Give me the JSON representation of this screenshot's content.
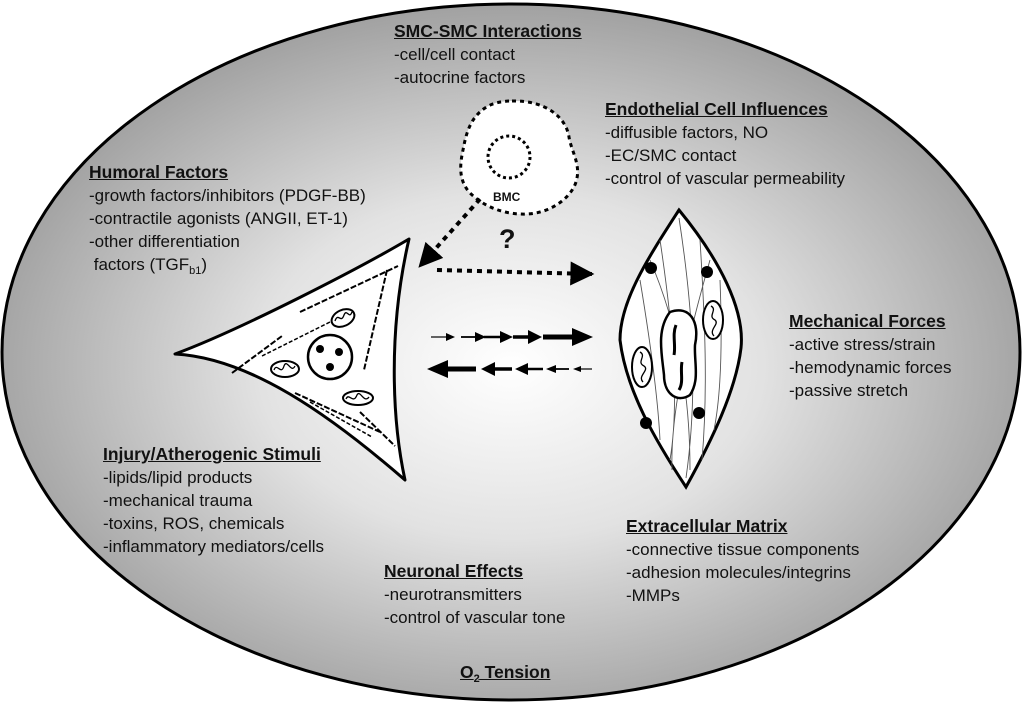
{
  "blocks": {
    "smc": {
      "title": "SMC-SMC Interactions",
      "items": [
        "-cell/cell contact",
        "-autocrine factors"
      ]
    },
    "endothelial": {
      "title": "Endothelial Cell Influences",
      "items": [
        "-diffusible factors, NO",
        "-EC/SMC contact",
        "-control of vascular permeability"
      ]
    },
    "humoral": {
      "title": "Humoral Factors",
      "items": [
        "-growth factors/inhibitors (PDGF-BB)",
        "-contractile agonists (ANGII, ET-1)",
        "-other differentiation"
      ],
      "last_prefix": " factors (TGF",
      "last_sub": "b1",
      "last_suffix": ")"
    },
    "mechanical": {
      "title": "Mechanical Forces",
      "items": [
        "-active stress/strain",
        "-hemodynamic forces",
        "-passive stretch"
      ]
    },
    "injury": {
      "title": "Injury/Atherogenic Stimuli",
      "items": [
        "-lipids/lipid products",
        "-mechanical trauma",
        "-toxins, ROS, chemicals",
        "-inflammatory mediators/cells"
      ]
    },
    "ecm": {
      "title": "Extracellular Matrix",
      "items": [
        "-connective tissue components",
        "-adhesion molecules/integrins",
        "-MMPs"
      ]
    },
    "neuronal": {
      "title": "Neuronal Effects",
      "items": [
        "-neurotransmitters",
        "-control of vascular tone"
      ]
    }
  },
  "bmc_label": "BMC",
  "question_mark": "?",
  "o2": {
    "prefix": "O",
    "sub": "2",
    "suffix": " Tension"
  },
  "colors": {
    "ellipse_center": "#ffffff",
    "ellipse_edge": "#9a9a9a",
    "outline": "#000000",
    "cell_fill": "#ffffff"
  }
}
